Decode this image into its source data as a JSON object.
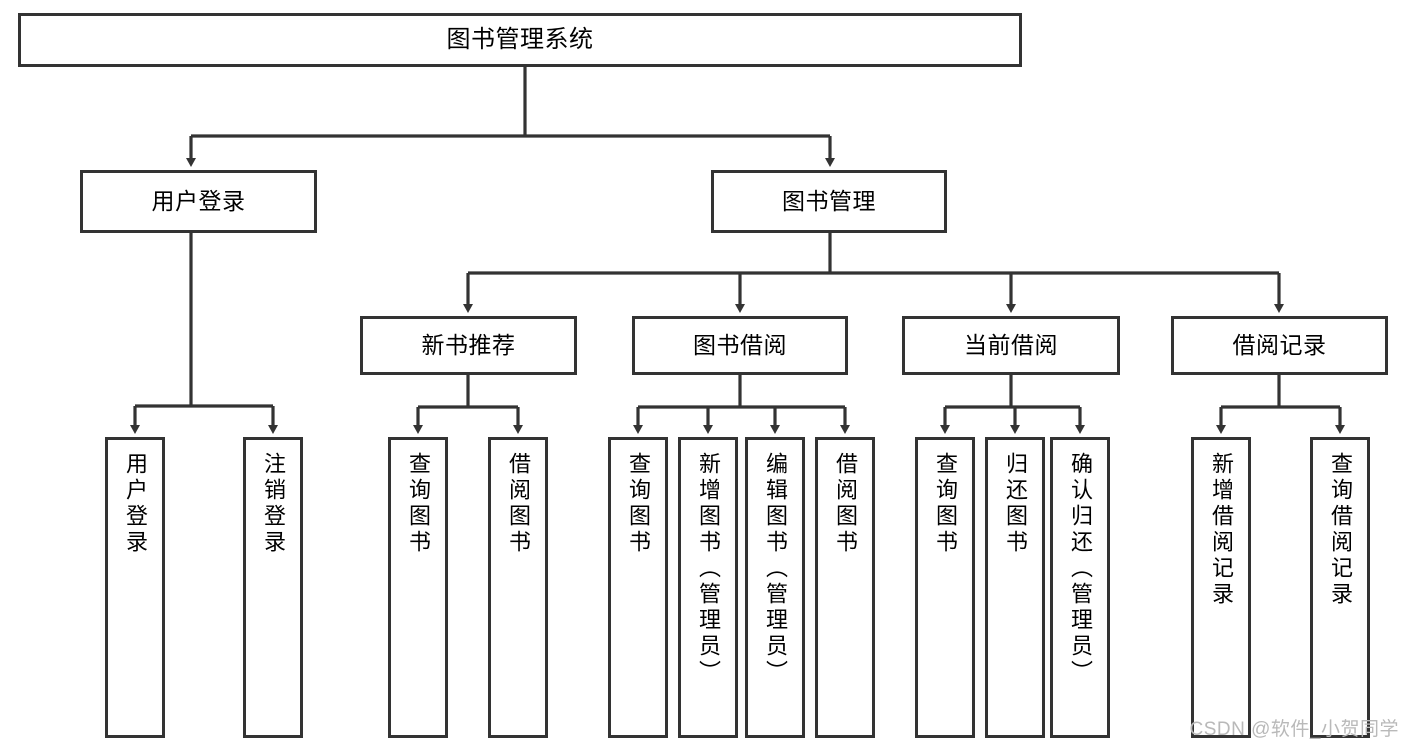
{
  "diagram": {
    "title": "图书管理系统",
    "type": "tree-hierarchy",
    "watermark": "CSDN @软件_小贺同学",
    "colors": {
      "box_border": "#333333",
      "box_fill": "#ffffff",
      "edge": "#333333",
      "text": "#000000",
      "watermark": "#b9b9b9",
      "background": "#ffffff"
    }
  },
  "nodes": {
    "root": {
      "label": "图书管理系统"
    },
    "level2": [
      {
        "label": "用户登录"
      },
      {
        "label": "图书管理"
      }
    ],
    "level3": [
      {
        "label": "新书推荐"
      },
      {
        "label": "图书借阅"
      },
      {
        "label": "当前借阅"
      },
      {
        "label": "借阅记录"
      }
    ],
    "leaves": [
      {
        "label": "用户登录",
        "parent": "用户登录"
      },
      {
        "label": "注销登录",
        "parent": "用户登录"
      },
      {
        "label": "查询图书",
        "parent": "新书推荐"
      },
      {
        "label": "借阅图书",
        "parent": "新书推荐"
      },
      {
        "label": "查询图书",
        "parent": "图书借阅"
      },
      {
        "label": "新增图书（管理员）",
        "parent": "图书借阅"
      },
      {
        "label": "编辑图书（管理员）",
        "parent": "图书借阅"
      },
      {
        "label": "借阅图书",
        "parent": "图书借阅"
      },
      {
        "label": "查询图书",
        "parent": "当前借阅"
      },
      {
        "label": "归还图书",
        "parent": "当前借阅"
      },
      {
        "label": "确认归还（管理员）",
        "parent": "当前借阅"
      },
      {
        "label": "新增借阅记录",
        "parent": "借阅记录"
      },
      {
        "label": "查询借阅记录",
        "parent": "借阅记录"
      }
    ]
  }
}
